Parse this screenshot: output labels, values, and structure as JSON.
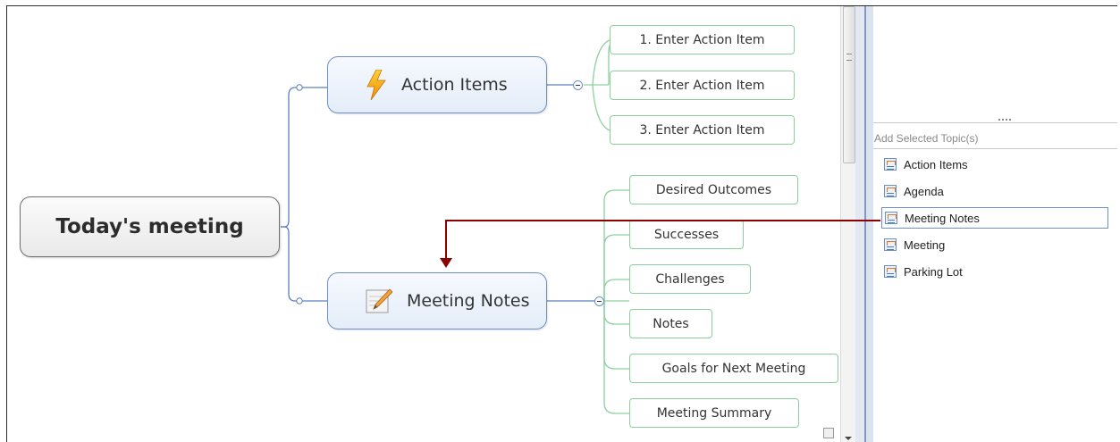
{
  "map": {
    "central_topic": "Today's meeting",
    "main_topics": [
      {
        "label": "Action Items",
        "icon": "lightning-icon",
        "subtopics": [
          "1. Enter Action Item",
          "2. Enter Action Item",
          "3. Enter Action Item"
        ]
      },
      {
        "label": "Meeting Notes",
        "icon": "notepad-pencil-icon",
        "subtopics": [
          "Desired Outcomes",
          "Successes",
          "Challenges",
          "Notes",
          "Goals for Next Meeting",
          "Meeting Summary"
        ]
      }
    ]
  },
  "side_panel": {
    "add_selected_label": "Add Selected Topic(s)",
    "topic_list": [
      "Action Items",
      "Agenda",
      "Meeting Notes",
      "Meeting",
      "Parking Lot"
    ],
    "selected_item": "Meeting Notes"
  },
  "colors": {
    "main_topic_border": "#6e8fc4",
    "subtopic_border": "#8ccf9e",
    "callout_arrow": "#8b0000"
  }
}
